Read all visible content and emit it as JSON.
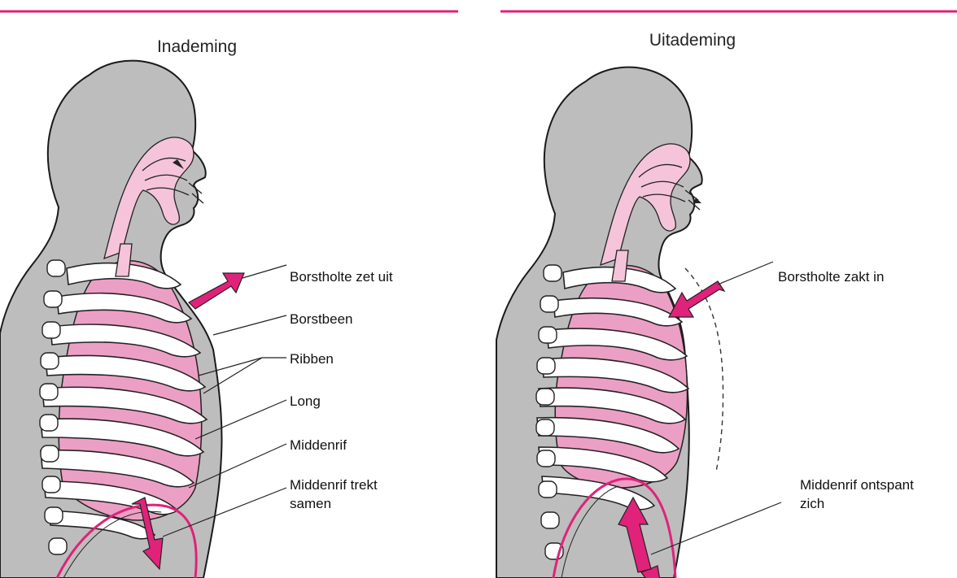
{
  "panels": [
    {
      "title": "Inademing",
      "labels": [
        "Borstholte zet uit",
        "Borstbeen",
        "Ribben",
        "Long",
        "Middenrif",
        "Middenrif trekt",
        "samen"
      ]
    },
    {
      "title": "Uitademing",
      "labels": [
        "Borstholte zakt in",
        "Middenrif ontspant",
        "zich"
      ]
    }
  ],
  "colors": {
    "accent": "#e0227a",
    "lung": "#ec9fc4",
    "body": "#bdbdbd"
  }
}
